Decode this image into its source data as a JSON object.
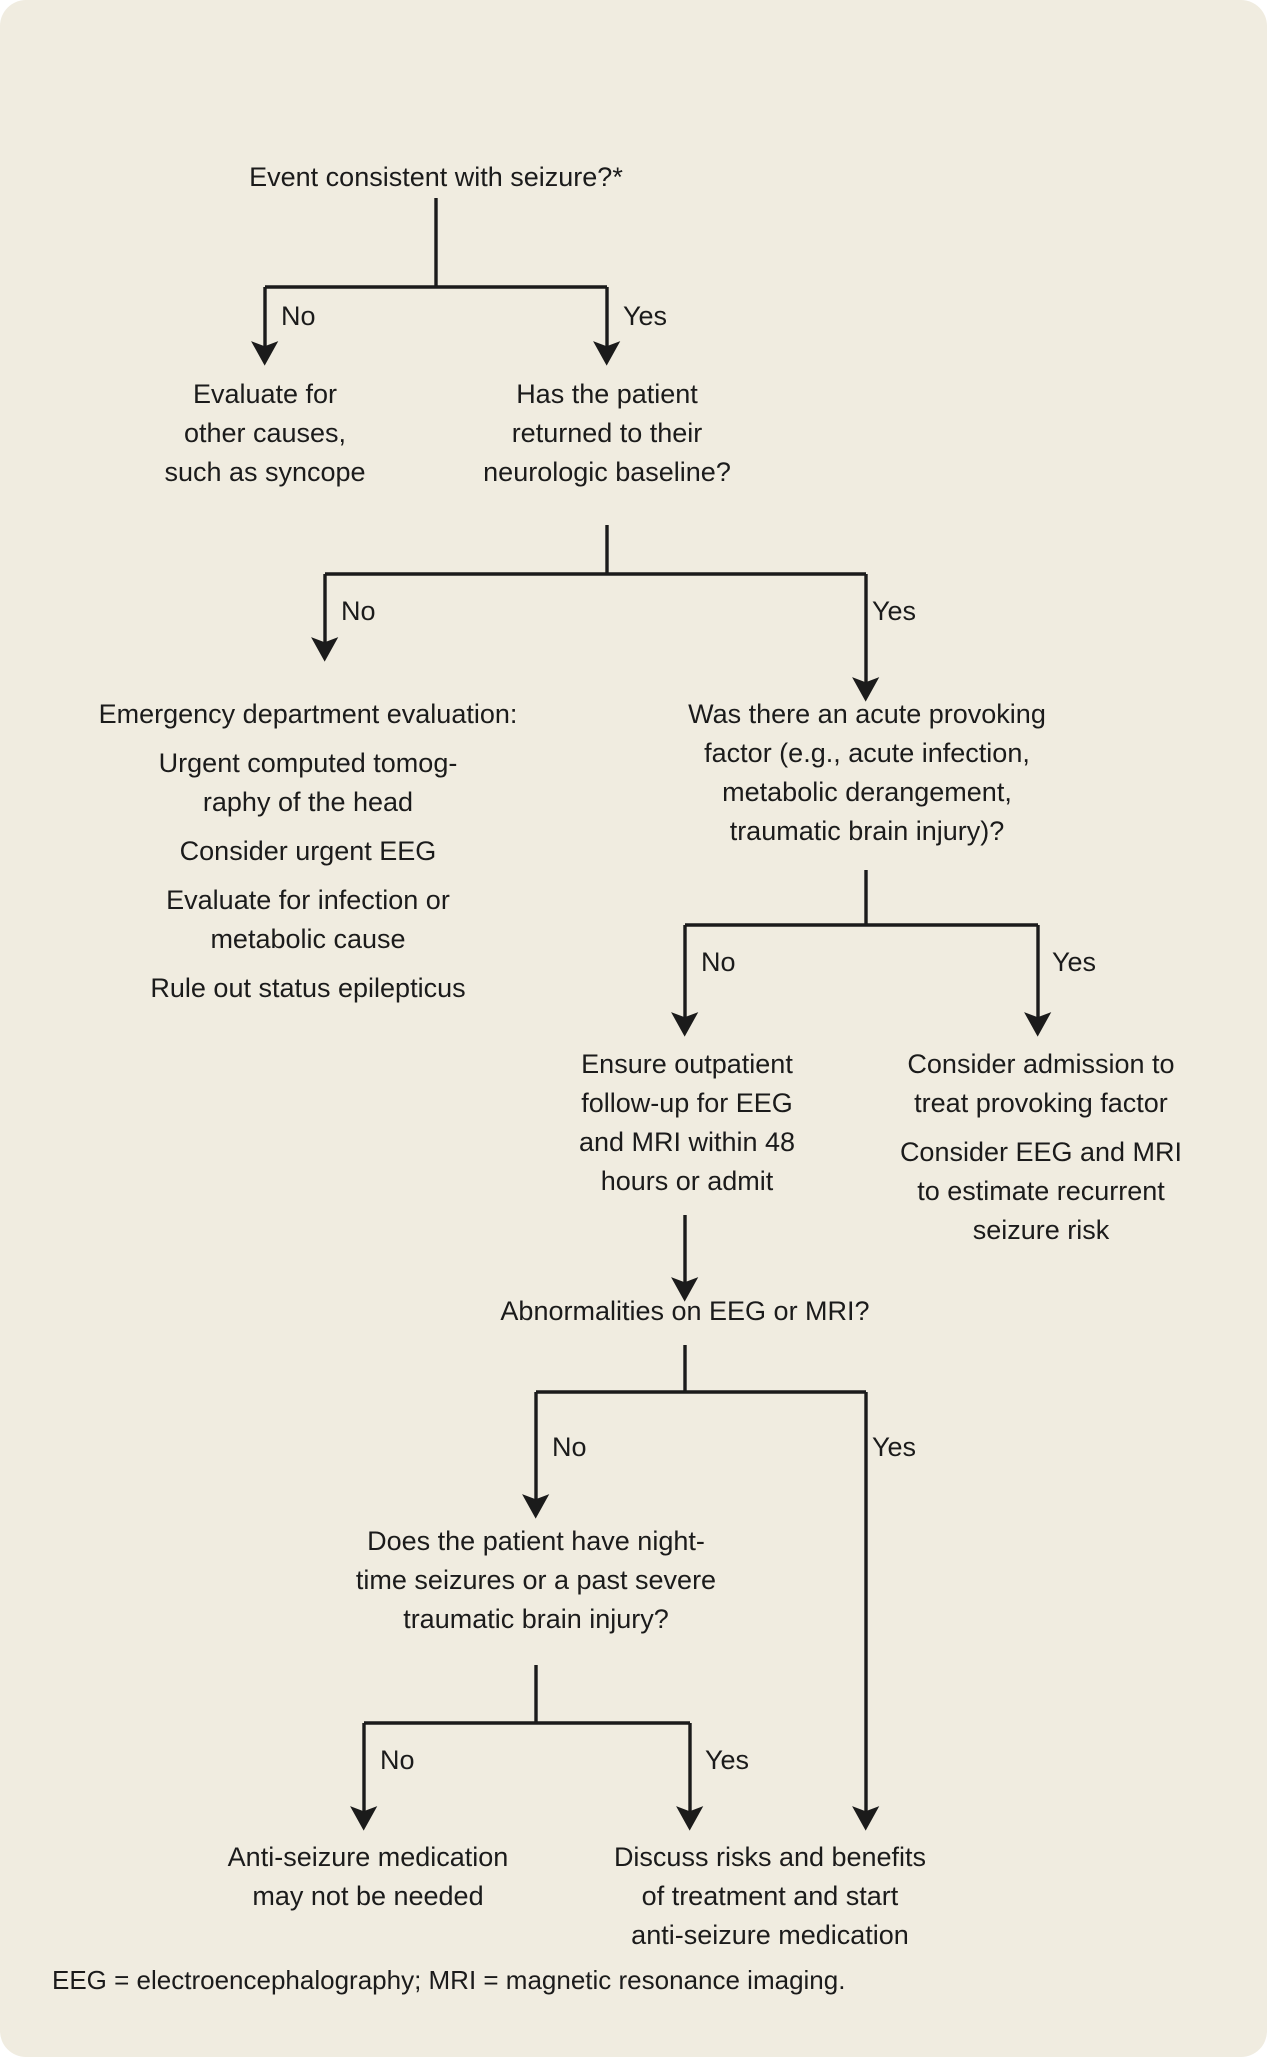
{
  "figure": {
    "background_color": "#f0ece0",
    "line_color": "#1b1b1b",
    "text_color": "#1b1b1b"
  },
  "nodes": {
    "root_question": "Event consistent with seizure?*",
    "other_causes": "Evaluate for\nother causes,\nsuch as syncope",
    "baseline_question": "Has the patient\nreturned to their\nneurologic baseline?",
    "ed_eval_heading": "Emergency department evaluation:",
    "ed_eval_items": [
      "Urgent computed tomog-\nraphy of the head",
      "Consider urgent EEG",
      "Evaluate for infection or\nmetabolic cause",
      "Rule out status epilepticus"
    ],
    "provoking_question": "Was there an acute provoking\nfactor (e.g., acute infection,\nmetabolic derangement,\ntraumatic brain injury)?",
    "outpatient_followup": "Ensure outpatient\nfollow-up for EEG\nand MRI within 48\nhours or admit",
    "admission_items": [
      "Consider admission to\ntreat provoking factor",
      "Consider EEG and MRI\nto estimate recurrent\nseizure risk"
    ],
    "abnormalities_question": "Abnormalities on EEG or MRI?",
    "nighttime_question": "Does the patient have night-\ntime seizures or a past severe\ntraumatic brain injury?",
    "no_medication": "Anti-seizure medication\nmay not be needed",
    "discuss_treatment": "Discuss risks and benefits\nof treatment and start\nanti-seizure medication"
  },
  "edge_labels": {
    "root_no": "No",
    "root_yes": "Yes",
    "baseline_no": "No",
    "baseline_yes": "Yes",
    "provoking_no": "No",
    "provoking_yes": "Yes",
    "abnormalities_no": "No",
    "abnormalities_yes": "Yes",
    "nighttime_no": "No",
    "nighttime_yes": "Yes"
  },
  "footnote": "EEG = electroencephalography; MRI = magnetic resonance imaging."
}
